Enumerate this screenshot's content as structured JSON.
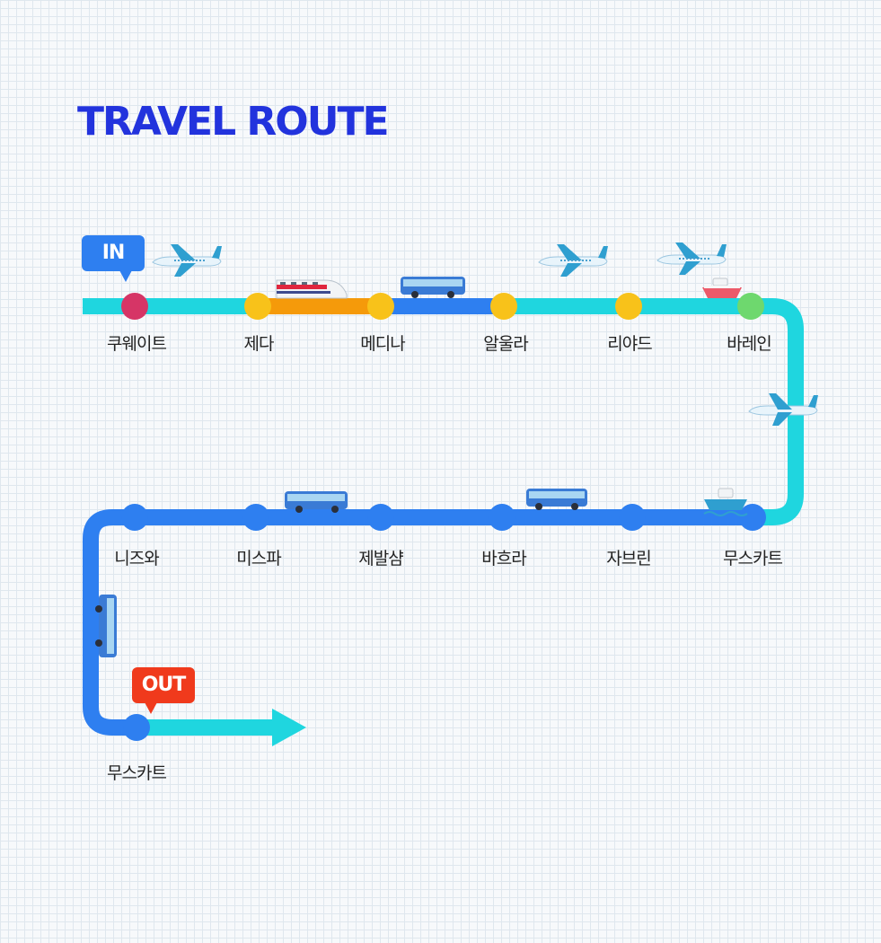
{
  "title": "TRAVEL ROUTE",
  "tags": {
    "in": "IN",
    "out": "OUT"
  },
  "colors": {
    "title": "#2233dd",
    "route_cyan": "#1fd6df",
    "route_blue": "#2e7ff0",
    "route_orange": "#f59a0a",
    "tag_in": "#2e7ff0",
    "tag_out": "#f03a1c"
  },
  "stops": [
    {
      "name": "쿠웨이트",
      "color": "#d63566"
    },
    {
      "name": "제다",
      "color": "#f8c21a"
    },
    {
      "name": "메디나",
      "color": "#f8c21a"
    },
    {
      "name": "알울라",
      "color": "#f8c21a"
    },
    {
      "name": "리야드",
      "color": "#f8c21a"
    },
    {
      "name": "바레인",
      "color": "#6ed86e"
    },
    {
      "name": "무스카트",
      "color": "#2e7ff0"
    },
    {
      "name": "자브린",
      "color": "#2e7ff0"
    },
    {
      "name": "바흐라",
      "color": "#2e7ff0"
    },
    {
      "name": "제발샴",
      "color": "#2e7ff0"
    },
    {
      "name": "미스파",
      "color": "#2e7ff0"
    },
    {
      "name": "니즈와",
      "color": "#2e7ff0"
    },
    {
      "name": "무스카트",
      "color": "#2e7ff0"
    }
  ],
  "segments": [
    {
      "from": "쿠웨이트",
      "to": "제다",
      "mode": "airplane-icon"
    },
    {
      "from": "제다",
      "to": "메디나",
      "mode": "train-icon"
    },
    {
      "from": "메디나",
      "to": "알울라",
      "mode": "bus-icon"
    },
    {
      "from": "알울라",
      "to": "리야드",
      "mode": "airplane-icon"
    },
    {
      "from": "리야드",
      "to": "바레인",
      "mode": "airplane-icon"
    },
    {
      "from": "바레인",
      "to": "무스카트",
      "mode": "airplane-icon"
    },
    {
      "from": "무스카트",
      "to": "자브린",
      "mode": "ship-icon"
    },
    {
      "from": "자브린",
      "to": "바흐라",
      "mode": "bus-icon"
    },
    {
      "from": "제발샴",
      "to": "미스파",
      "mode": "bus-icon"
    },
    {
      "from": "니즈와",
      "to": "무스카트",
      "mode": "bus-icon"
    }
  ]
}
